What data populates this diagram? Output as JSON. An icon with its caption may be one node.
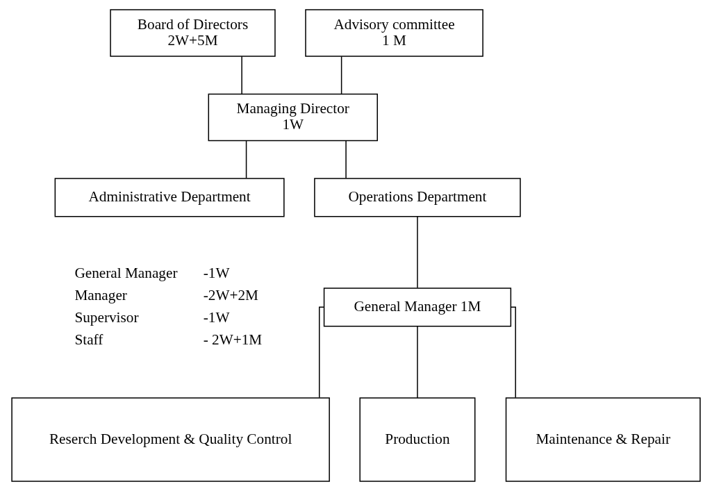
{
  "diagram": {
    "nodes": [
      {
        "text": [
          "Board of Directors",
          "2W+5M"
        ]
      },
      {
        "text": [
          "Advisory committee",
          "1 M"
        ]
      },
      {
        "text": [
          "Managing Director",
          "1W"
        ]
      },
      {
        "text": [
          "Administrative Department"
        ]
      },
      {
        "text": [
          "Operations Department"
        ]
      },
      {
        "text": [
          "General Manager 1M"
        ]
      },
      {
        "text": [
          "Reserch Development & Quality Control"
        ]
      },
      {
        "text": [
          "Production"
        ]
      },
      {
        "text": [
          "Maintenance & Repair"
        ]
      }
    ],
    "edges": [
      {
        "from": 0,
        "to": 2,
        "arrow": "none"
      },
      {
        "from": 1,
        "to": 2,
        "arrow": "none"
      },
      {
        "from": 2,
        "to": 3,
        "arrow": "none"
      },
      {
        "from": 2,
        "to": 4,
        "arrow": "none"
      },
      {
        "from": 4,
        "to": 5,
        "arrow": "none"
      },
      {
        "from": 5,
        "to": 6,
        "arrow": "none"
      },
      {
        "from": 5,
        "to": 7,
        "arrow": "none"
      },
      {
        "from": 5,
        "to": 8,
        "arrow": "none"
      }
    ],
    "labels": [
      "General Manager",
      "-1W",
      "Manager",
      "-2W+2M",
      "Supervisor",
      "-1W",
      "Staff",
      "- 2W+1M"
    ]
  }
}
